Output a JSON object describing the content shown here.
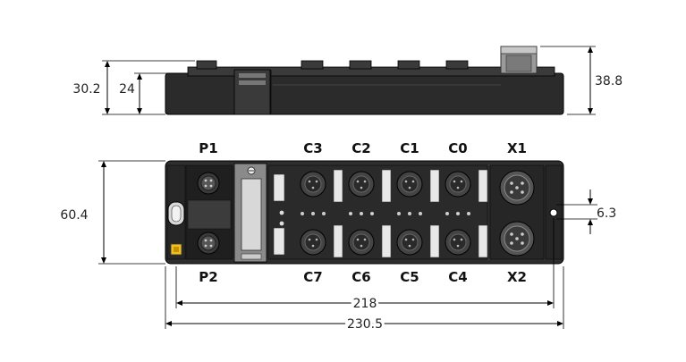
{
  "dimensions": {
    "overall_height": "30.2",
    "body_height": "24",
    "connector_height": "38.8",
    "module_width": "60.4",
    "hole_offset": "6.3",
    "hole_spacing": "218",
    "overall_length": "230.5"
  },
  "ports": {
    "top_row": [
      "P1",
      "C3",
      "C2",
      "C1",
      "C0",
      "X1"
    ],
    "bottom_row": [
      "P2",
      "C7",
      "C6",
      "C5",
      "C4",
      "X2"
    ]
  },
  "colors": {
    "housing": "#2e2e2e",
    "housing_dark": "#1a1a1a",
    "connector": "#555555",
    "status_yellow": "#f0c020",
    "label_strip": "#d8d8d8"
  }
}
